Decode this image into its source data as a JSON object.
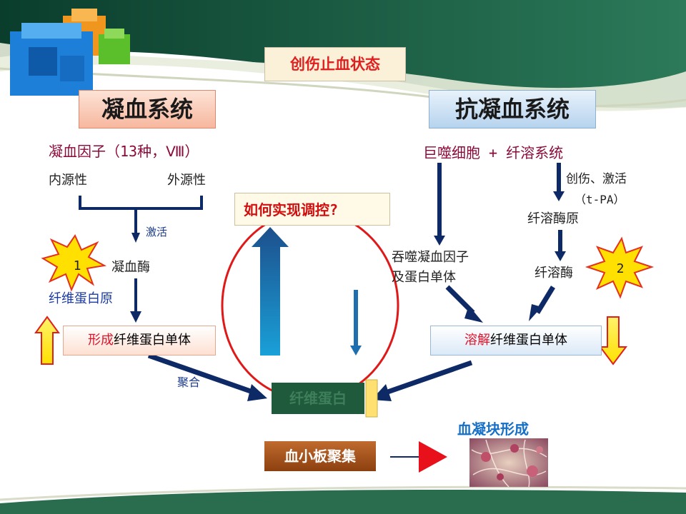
{
  "title": "创伤止血状态",
  "left_system": {
    "title": "凝血系统",
    "factors": "凝血因子（13种，Ⅷ）",
    "intrinsic": "内源性",
    "extrinsic": "外源性",
    "activate": "激活",
    "thrombin": "凝血酶",
    "fibrinogen": "纤维蛋白原",
    "monomer_prefix": "形成",
    "monomer_suffix": "纤维蛋白单体",
    "polymerize": "聚合",
    "star_label": "1"
  },
  "right_system": {
    "title": "抗凝血系统",
    "sources": "巨噬细胞 + 纤溶系统",
    "trauma_activate": "创伤、激活",
    "tpa": "（t-PA）",
    "plasminogen": "纤溶酶原",
    "phago_line1": "吞噬凝血因子",
    "phago_line2": "及蛋白单体",
    "plasmin": "纤溶酶",
    "monomer_prefix": "溶解",
    "monomer_suffix": "纤维蛋白单体",
    "star_label": "2"
  },
  "center": {
    "question": "如何实现调控?",
    "fibrin": "纤维蛋白",
    "platelet": "血小板聚集",
    "clot": "血凝块形成"
  },
  "colors": {
    "red_text": "#e0142a",
    "dark_navy_arrow": "#0e2a66",
    "teal_arrow": "#1e6fb0",
    "ellipse": "#e01818",
    "star_fill": "#ffe000",
    "star_stroke": "#e53020",
    "left_text": "#8b0a3a",
    "right_text": "#222222"
  }
}
